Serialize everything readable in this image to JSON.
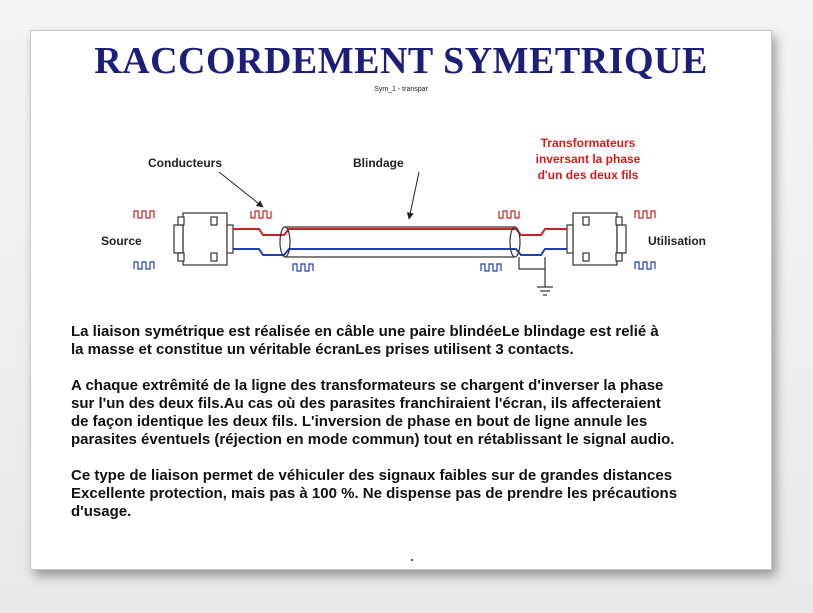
{
  "title": "RACCORDEMENT SYMETRIQUE",
  "subtitle": "Sym_1 - transpar",
  "diagram": {
    "label_conducteurs": "Conducteurs",
    "label_blindage": "Blindage",
    "label_transformateurs": [
      "Transformateurs",
      "inversant la phase",
      "d'un des deux fils"
    ],
    "label_source": "Source",
    "label_utilisation": "Utilisation",
    "wire_colors": {
      "hot": "#cc2222",
      "cold": "#1f3fbf",
      "shield": "#333333"
    }
  },
  "paragraphs": [
    "La liaison symétrique est réalisée en câble une paire blindéeLe blindage est relié à\nla masse et constitue un véritable écranLes prises utilisent 3 contacts.",
    "A chaque extrêmité de la ligne des transformateurs se chargent d'inverser la phase\nsur l'un des deux fils.Au cas où des parasites franchiraient l'écran, ils affecteraient\nde façon identique les deux fils. L'inversion de phase en bout de ligne annule les\nparasites éventuels (réjection en mode commun) tout en rétablissant le signal audio.",
    "Ce type de liaison permet de véhiculer des signaux faibles sur de grandes distances\nExcellente protection, mais pas à 100 %. Ne dispense pas de prendre les précautions\nd'usage."
  ]
}
